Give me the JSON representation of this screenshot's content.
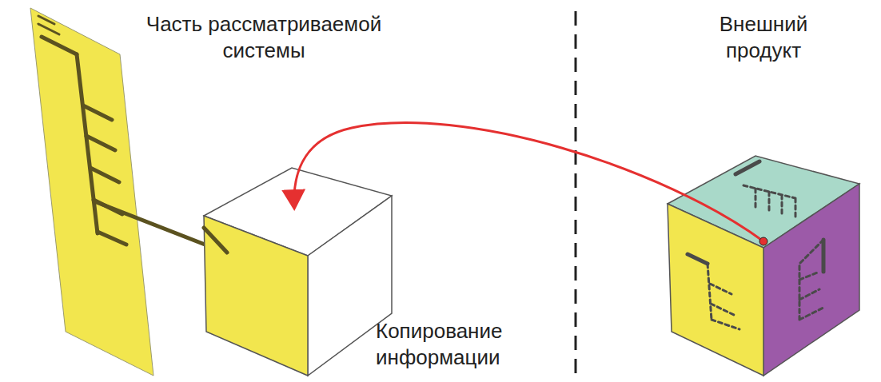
{
  "diagram": {
    "labels": [
      "Часть рассматриваемой системы",
      "Внешний продукт",
      "Копирование информации"
    ]
  }
}
